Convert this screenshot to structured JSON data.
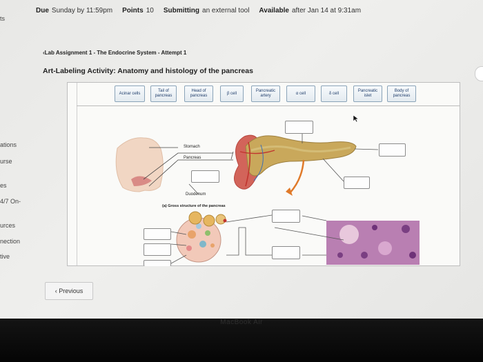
{
  "header": {
    "due_label": "Due",
    "due_value": "Sunday by 11:59pm",
    "points_label": "Points",
    "points_value": "10",
    "submitting_label": "Submitting",
    "submitting_value": "an external tool",
    "available_label": "Available",
    "available_value": "after Jan 14 at 9:31am"
  },
  "nav": {
    "items": [
      "ts",
      "ations",
      "urse",
      "es",
      "4/7 On-",
      "urces",
      "nection",
      "tive"
    ]
  },
  "breadcrumb": "‹Lab Assignment 1 - The Endocrine System - Attempt 1",
  "activity_title": "Art-Labeling Activity: Anatomy and histology of the pancreas",
  "label_bank": [
    "Acinar cells",
    "Tail of pancreas",
    "Head of pancreas",
    "β cell",
    "Pancreatic artery",
    "α cell",
    "δ cell",
    "Pancreatic islet",
    "Body of pancreas"
  ],
  "figure": {
    "stomach": "Stomach",
    "pancreas": "Pancreas",
    "duodenum": "Duodenum",
    "caption": "(a) Gross structure of the pancreas"
  },
  "previous_button": "‹ Previous",
  "brand": "MacBook Air"
}
